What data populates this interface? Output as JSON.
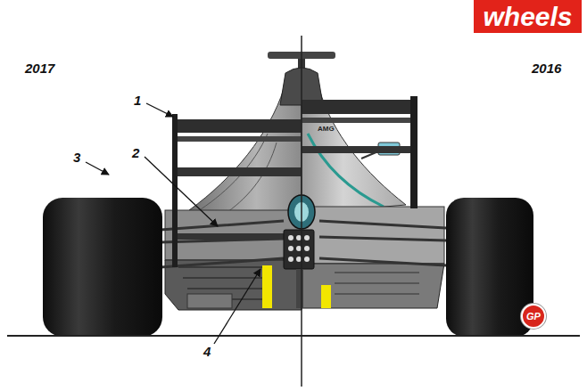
{
  "diagram": {
    "nodes": [
      {
        "text": [
          "wheels"
        ]
      },
      {
        "text": [
          "GP"
        ]
      }
    ],
    "labels": [
      "2017",
      "2016",
      "1",
      "2",
      "3",
      "4",
      "AMG"
    ]
  }
}
